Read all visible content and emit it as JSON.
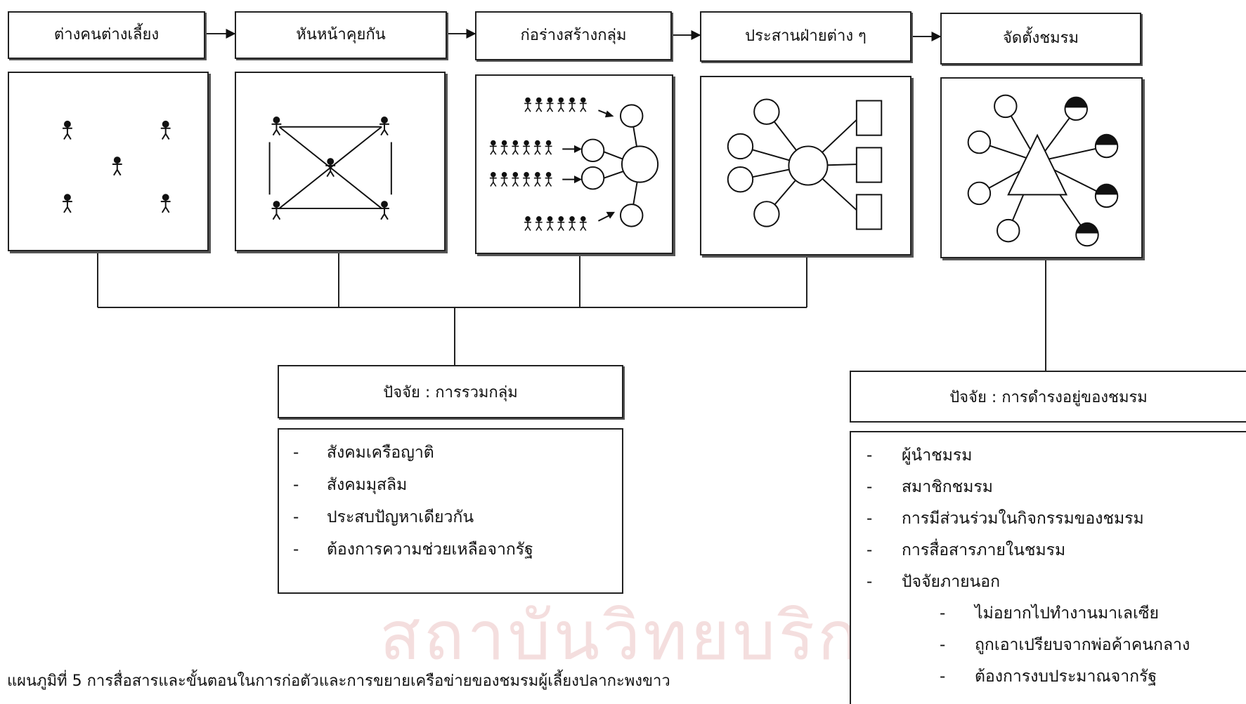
{
  "stages": [
    {
      "label": "ต่างคนต่างเลี้ยง"
    },
    {
      "label": "หันหน้าคุยกัน"
    },
    {
      "label": "ก่อร่างสร้างกลุ่ม"
    },
    {
      "label": "ประสานฝ่ายต่าง ๆ"
    },
    {
      "label": "จัดตั้งชมรม"
    }
  ],
  "factors_group": {
    "title": "ปัจจัย : การรวมกลุ่ม",
    "items": [
      "สังคมเครือญาติ",
      "สังคมมุสลิม",
      "ประสบปัญหาเดียวกัน",
      "ต้องการความช่วยเหลือจากรัฐ"
    ]
  },
  "factors_club": {
    "title": "ปัจจัย : การดำรงอยู่ของชมรม",
    "items": [
      "ผู้นำชมรม",
      "สมาชิกชมรม",
      "การมีส่วนร่วมในกิจกรรมของชมรม",
      "การสื่อสารภายในชมรม",
      "ปัจจัยภายนอก"
    ],
    "subitems": [
      "ไม่อยากไปทำงานมาเลเซีย",
      "ถูกเอาเปรียบจากพ่อค้าคนกลาง",
      "ต้องการงบประมาณจากรัฐ"
    ]
  },
  "bullet": "-",
  "caption": "แผนภูมิที่ 5  การสื่อสารและขั้นตอนในการก่อตัวและการขยายเครือข่ายของชมรมผู้เลี้ยงปลากะพงขาว",
  "watermark": "สถาบันวิทยบริการ"
}
